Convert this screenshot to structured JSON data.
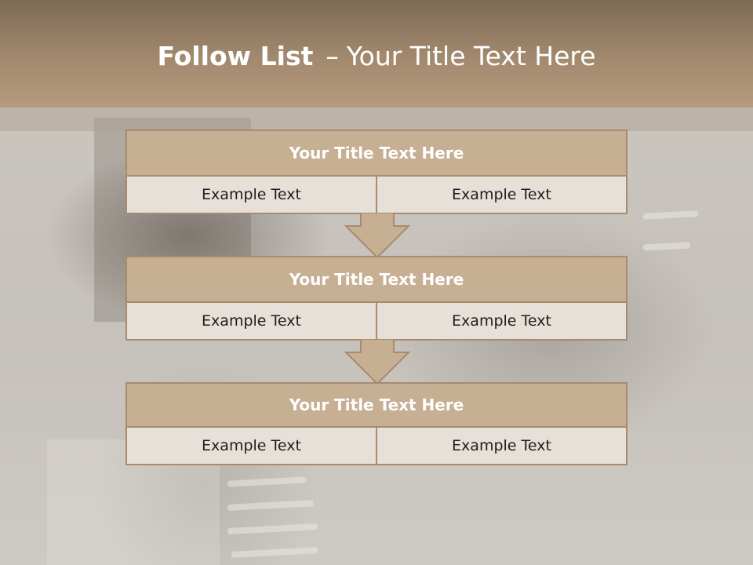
{
  "slide": {
    "title_bold": "Follow List",
    "title_separator": "–",
    "title_rest": "Your Title Text Here"
  },
  "steps": [
    {
      "title": "Your Title Text Here",
      "left": "Example Text",
      "right": "Example Text"
    },
    {
      "title": "Your Title Text Here",
      "left": "Example Text",
      "right": "Example Text"
    },
    {
      "title": "Your Title Text Here",
      "left": "Example Text",
      "right": "Example Text"
    }
  ],
  "colors": {
    "header": "#a38a6f",
    "box_title_fill": "#c7af94",
    "box_border": "#a88b6c",
    "box_cell_fill": "#e7e0d8",
    "arrow_fill": "#c7af94"
  }
}
